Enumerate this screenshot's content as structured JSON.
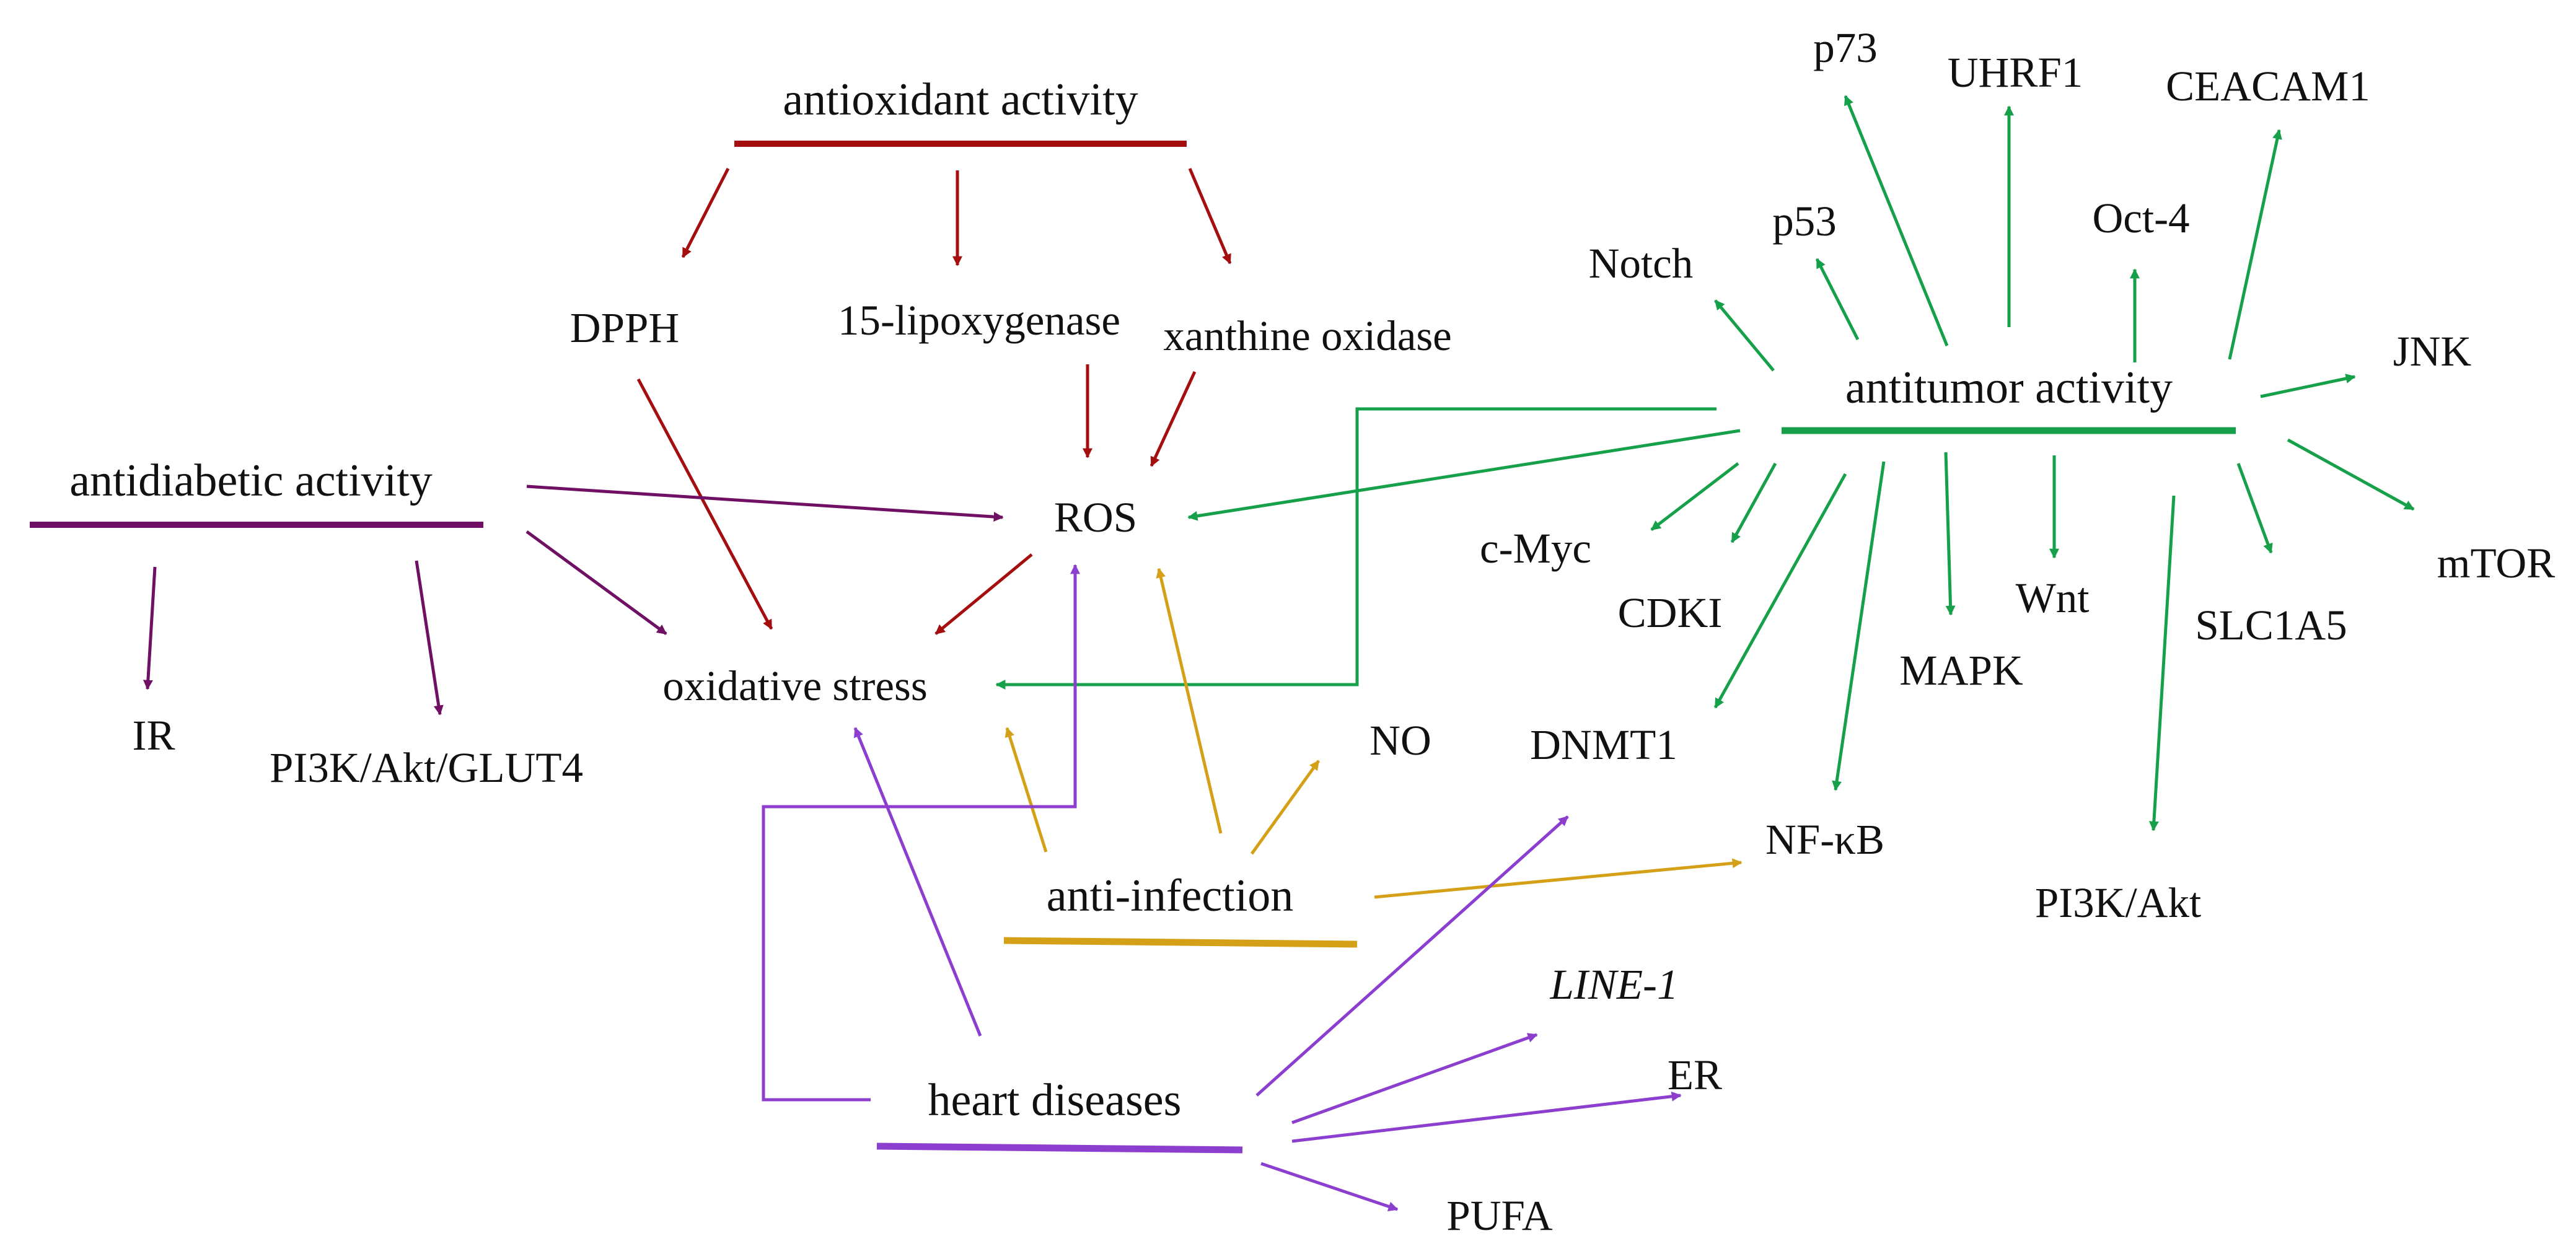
{
  "colors": {
    "antioxidant": "#a50e0e",
    "antidiabetic": "#6f1064",
    "antitumor": "#16a04a",
    "anti_infection": "#d4a017",
    "heart": "#8c3fcf",
    "text": "#111111"
  },
  "hubs": {
    "antioxidant": "antioxidant activity",
    "antidiabetic": "antidiabetic activity",
    "antitumor": "antitumor activity",
    "anti_infection": "anti-infection",
    "heart": "heart diseases"
  },
  "nodes": {
    "dpph": "DPPH",
    "lipoxygenase": "15-lipoxygenase",
    "xanthine": "xanthine oxidase",
    "ros": "ROS",
    "oxidative_stress": "oxidative stress",
    "ir": "IR",
    "pi3k_akt_glut4": "PI3K/Akt/GLUT4",
    "no": "NO",
    "dnmt1": "DNMT1",
    "nfkb": "NF-κB",
    "line1": "LINE-1",
    "er": "ER",
    "pufa": "PUFA",
    "p73": "p73",
    "uhrf1": "UHRF1",
    "ceacam1": "CEACAM1",
    "p53": "p53",
    "oct4": "Oct-4",
    "notch": "Notch",
    "jnk": "JNK",
    "cmyc": "c-Myc",
    "cdki": "CDKI",
    "mtor": "mTOR",
    "wnt": "Wnt",
    "slc1a5": "SLC1A5",
    "mapk": "MAPK",
    "pi3k_akt": "PI3K/Akt"
  }
}
